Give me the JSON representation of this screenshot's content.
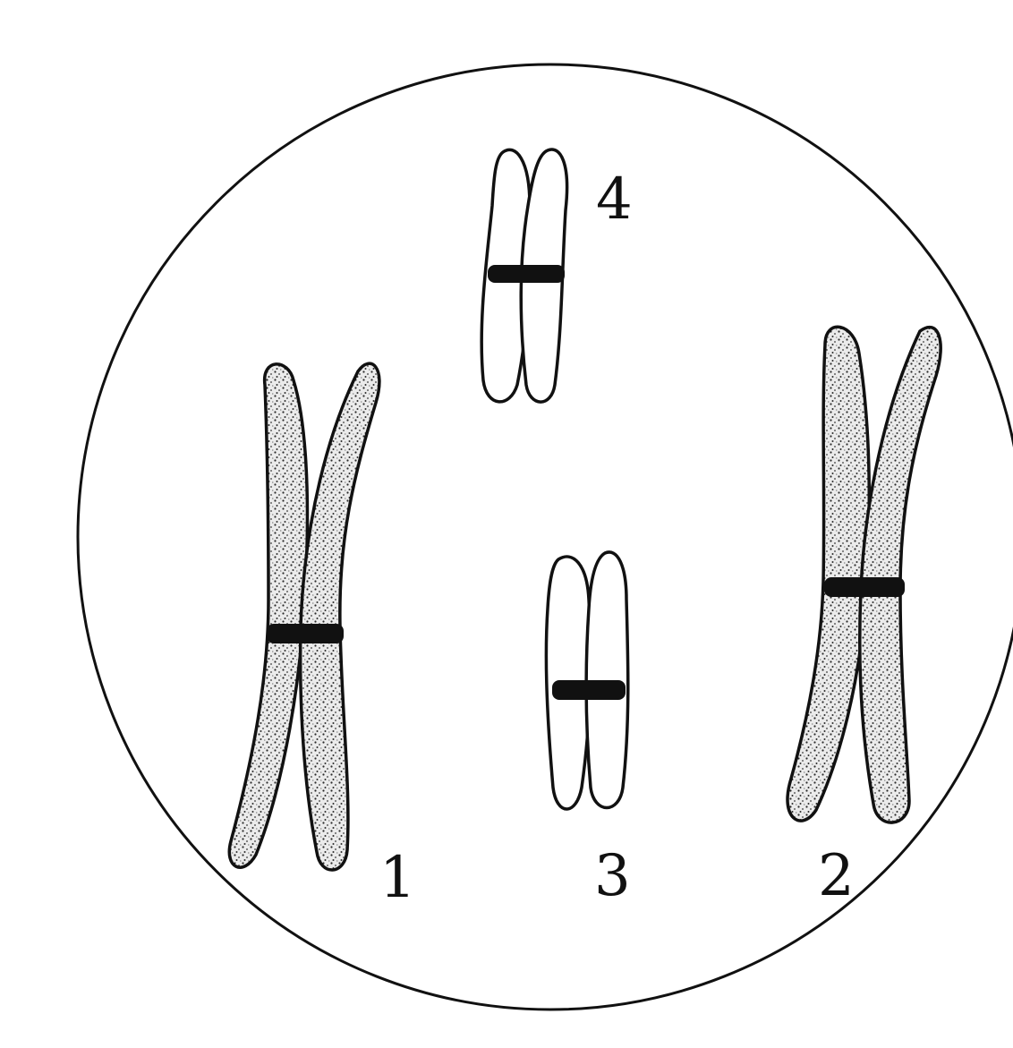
{
  "diagram": {
    "chromosomes": [
      {
        "label": "1",
        "shading": "stippled",
        "size": "large"
      },
      {
        "label": "2",
        "shading": "stippled",
        "size": "large"
      },
      {
        "label": "3",
        "shading": "unshaded",
        "size": "small"
      },
      {
        "label": "4",
        "shading": "unshaded",
        "size": "small"
      }
    ],
    "colors": {
      "outline": "#111111",
      "background": "#ffffff"
    }
  }
}
